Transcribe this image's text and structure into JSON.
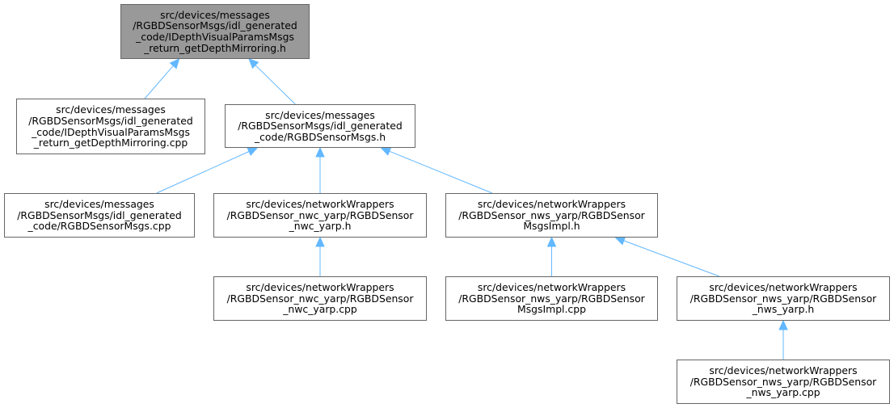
{
  "nodes": {
    "root": {
      "lines": [
        "src/devices/messages",
        "/RGBDSensorMsgs/idl_generated",
        "_code/IDepthVisualParamsMsgs",
        "_return_getDepthMirroring.h"
      ],
      "align": "center"
    },
    "return_cpp": {
      "lines": [
        "src/devices/messages",
        "/RGBDSensorMsgs/idl_generated",
        "_code/IDepthVisualParamsMsgs",
        "_return_getDepthMirroring.cpp"
      ],
      "align": "center"
    },
    "rgbd_msgs_h": {
      "lines": [
        "src/devices/messages",
        "/RGBDSensorMsgs/idl_generated",
        "_code/RGBDSensorMsgs.h"
      ],
      "align": "center"
    },
    "rgbd_msgs_cpp": {
      "lines": [
        "src/devices/messages",
        "/RGBDSensorMsgs/idl_generated",
        "_code/RGBDSensorMsgs.cpp"
      ],
      "align": "center"
    },
    "nwc_h": {
      "lines": [
        "src/devices/networkWrappers",
        "/RGBDSensor_nwc_yarp/RGBDSensor",
        "_nwc_yarp.h"
      ],
      "align": "center"
    },
    "msgsimpl_h": {
      "lines": [
        "src/devices/networkWrappers",
        "/RGBDSensor_nws_yarp/RGBDSensor",
        "MsgsImpl.h"
      ],
      "align": "center"
    },
    "nwc_cpp": {
      "lines": [
        "src/devices/networkWrappers",
        "/RGBDSensor_nwc_yarp/RGBDSensor",
        "_nwc_yarp.cpp"
      ],
      "align": "center"
    },
    "msgsimpl_cpp": {
      "lines": [
        "src/devices/networkWrappers",
        "/RGBDSensor_nws_yarp/RGBDSensor",
        "MsgsImpl.cpp"
      ],
      "align": "center"
    },
    "nws_h": {
      "lines": [
        "src/devices/networkWrappers",
        "/RGBDSensor_nws_yarp/RGBDSensor",
        "_nws_yarp.h"
      ],
      "align": "center"
    },
    "nws_cpp": {
      "lines": [
        "src/devices/networkWrappers",
        "/RGBDSensor_nws_yarp/RGBDSensor",
        "_nws_yarp.cpp"
      ],
      "align": "center"
    }
  },
  "edges": [
    {
      "from": "return_cpp",
      "to": "root"
    },
    {
      "from": "rgbd_msgs_h",
      "to": "root"
    },
    {
      "from": "rgbd_msgs_cpp",
      "to": "rgbd_msgs_h"
    },
    {
      "from": "nwc_h",
      "to": "rgbd_msgs_h"
    },
    {
      "from": "msgsimpl_h",
      "to": "rgbd_msgs_h"
    },
    {
      "from": "nwc_cpp",
      "to": "nwc_h"
    },
    {
      "from": "msgsimpl_cpp",
      "to": "msgsimpl_h"
    },
    {
      "from": "nws_h",
      "to": "msgsimpl_h"
    },
    {
      "from": "nws_cpp",
      "to": "nws_h"
    }
  ],
  "colors": {
    "root_fill": "#999999",
    "node_border": "#666666",
    "edge": "#63b8ff"
  }
}
